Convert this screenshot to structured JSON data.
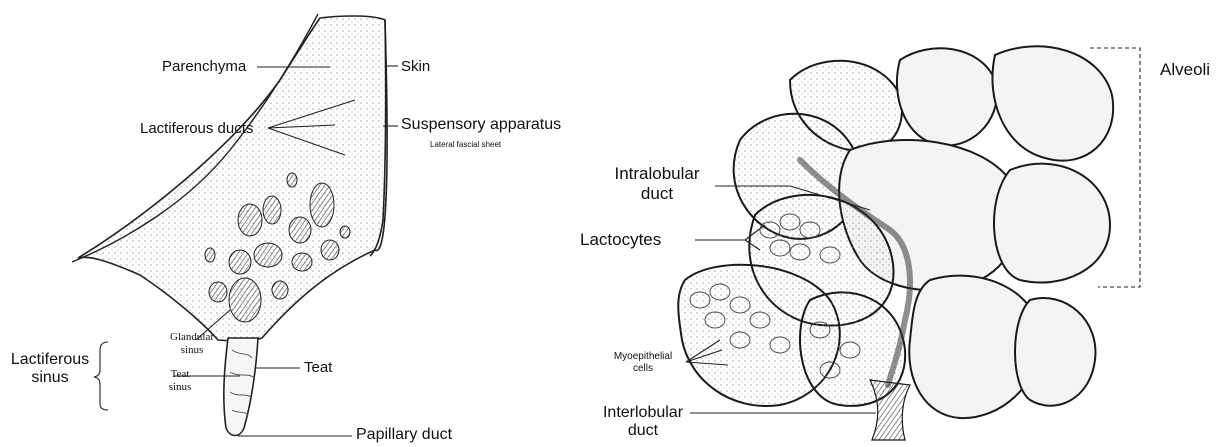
{
  "left_figure": {
    "labels": {
      "parenchyma": "Parenchyma",
      "skin": "Skin",
      "lactiferous_ducts": "Lactiferous ducts",
      "suspensory_apparatus": "Suspensory apparatus",
      "lateral_fascial_sheet": "Lateral fascial sheet",
      "glandular_sinus_1": "Glandular",
      "glandular_sinus_2": "sinus",
      "teat_sinus_1": "Teat",
      "teat_sinus_2": "sinus",
      "lactiferous_sinus_1": "Lactiferous",
      "lactiferous_sinus_2": "sinus",
      "teat": "Teat",
      "papillary_duct": "Papillary duct"
    }
  },
  "right_figure": {
    "labels": {
      "alveoli": "Alveoli",
      "intralobular_duct_1": "Intralobular",
      "intralobular_duct_2": "duct",
      "lactocytes": "Lactocytes",
      "myoepithelial_cells_1": "Myoepithelial",
      "myoepithelial_cells_2": "cells",
      "interlobular_duct_1": "Interlobular",
      "interlobular_duct_2": "duct"
    }
  }
}
